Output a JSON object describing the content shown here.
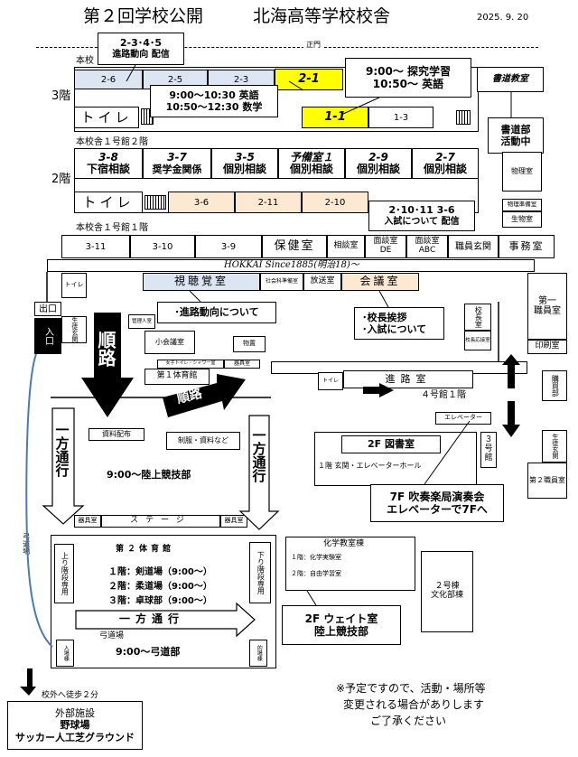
{
  "header": {
    "title": "第２回学校公開",
    "venue": "北海高等学校校舎",
    "date": "2025. 9. 20",
    "main_gate": "正門"
  },
  "floors": {
    "f3": "3階",
    "f2": "2階"
  },
  "sections": {
    "main3": "本校",
    "main2": "本校舎１号館２階",
    "main1": "本校舎１号館１階"
  },
  "floor3": {
    "r26": "2-6",
    "r25": "2-5",
    "r23": "2-3",
    "r21": "2-1",
    "r11": "1-1",
    "r13": "1-3",
    "toilet": "トイレ"
  },
  "floor2": {
    "r38": [
      "3-8",
      "下宿相談"
    ],
    "r37": [
      "3-7",
      "奨学金関係"
    ],
    "r35": [
      "3-5",
      "個別相談"
    ],
    "yobi": [
      "予備室１",
      "個別相談"
    ],
    "r29": [
      "2-9",
      "個別相談"
    ],
    "r27": [
      "2-7",
      "個別相談"
    ],
    "toilet": "トイレ",
    "r36": "3-6",
    "r211": "2-11",
    "r210": "2-10",
    "physics": "物理室",
    "physics_prep": "物理準備室",
    "bio": "生物室"
  },
  "floor1": {
    "r311": "3-11",
    "r310": "3-10",
    "r39": "3-9",
    "hoken": "保健室",
    "sodan": "相談室",
    "menDE": [
      "面談室",
      "DE"
    ],
    "menABC": [
      "面談室",
      "ABC"
    ],
    "staff_entrance": "職員玄関",
    "jimu": "事務室",
    "hokkai": "HOKKAI Since1885(明治18)～",
    "shicho": "視聴覚室",
    "kagaku": "社会科準備室",
    "hoso": "放送室",
    "kaigi": "会議室",
    "dai1shokuin": [
      "第一",
      "職員室"
    ],
    "kocho": "校長室",
    "kocho_ou": "校長応接室",
    "insatsu": "印刷室",
    "kanri": "管理人室",
    "shokaigi": "小会議室",
    "butsuryu": "物置",
    "joshi": "女子トイレ・シャワー室",
    "kigu": "器具室",
    "dai1": "第１体育館",
    "shinro": "進路室",
    "kan4": "４号館１階",
    "elevator": "エレベーター",
    "kan3": [
      "３",
      "号",
      "館"
    ],
    "kan3_1f": "１階 玄関・エレベーターホール",
    "kobai": "購買部",
    "seito_genkan": "生徒玄関",
    "dai2shokuin": "第２職員室",
    "deguchi": "出口",
    "iriguchi": "入口",
    "seito_genkan_l": "生徒玄関",
    "toire_small": "トイレ",
    "jun_left": "順路",
    "jun_right": "順路",
    "shiryo": "資料配布",
    "seifuku": "制服・資料など",
    "ippo_l": "一方通行",
    "ippo_r": "一方通行",
    "ippo_b": "一方通行",
    "rikujo": "9:00～陸上競技部",
    "stage": "ステージ",
    "kigu_l": "器具室",
    "kigu_r": "器具室",
    "dai2": "第２体育館",
    "kendo": "１階：剣道場（9:00～）",
    "judo": "２階：柔道場（9:00～）",
    "takkyu": "３階：卓球部（9:00～）",
    "up_stairs": "上り階段専用",
    "down_stairs": "下り階段専用",
    "kyudojo_lbl": "弓道場",
    "kyudo": "9:00～弓道部",
    "kyudojo_side": "弓道場",
    "nyujo": "入場棟",
    "tekijo": "的場棟",
    "kagaku_title": "化学教室棟",
    "kagaku1": "１階：化学実験室",
    "kagaku2": "２階：自由学習室",
    "kan2": [
      "２号棟",
      "文化部棟"
    ],
    "toho": "校外へ徒歩２分"
  },
  "callouts": {
    "c1": [
      "2-3･4･5",
      "進路動向 配信"
    ],
    "c2": [
      "9:00～10:30 英語",
      "10:50～12:30 数学"
    ],
    "c3": [
      "9:00～ 探究学習",
      "10:50～ 英語"
    ],
    "c4": "書道教室",
    "c5": [
      "書道部",
      "活動中"
    ],
    "c6": [
      "2･10･11 3-6",
      "入試について 配信"
    ],
    "c7": "･進路動向について",
    "c8": [
      "･校長挨拶",
      "･入試について"
    ],
    "c9": "2F 図書室",
    "c10": [
      "7F 吹奏楽局演奏会",
      "エレベーターで7Fへ"
    ],
    "c11": [
      "2F ウェイト室",
      "陸上競技部"
    ],
    "c12": [
      "外部施設",
      "野球場",
      "サッカー人工芝グラウンド"
    ]
  },
  "note": [
    "※予定ですので、活動・場所等",
    "変更される場合がありします",
    "ご了承ください"
  ],
  "colors": {
    "yellow": "#ffff00",
    "blue": "#dce6f2",
    "peach": "#fde9d2",
    "black": "#000000",
    "path": "#4a7ab8"
  }
}
